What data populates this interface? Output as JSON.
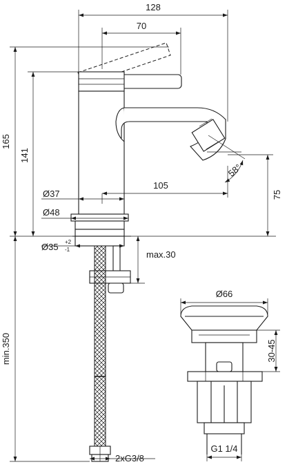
{
  "dimensions": {
    "width_total": "128",
    "lever_reach": "70",
    "height_total": "165",
    "height_spout": "141",
    "spout_projection": "105",
    "spout_angle": "58°",
    "spout_outlet_height": "75",
    "body_diameter": "Ø37",
    "base_diameter": "Ø48",
    "hole_diameter": "Ø35",
    "hole_tol_plus": "+2",
    "hole_tol_minus": "-1",
    "max_thickness": "max.30",
    "hose_length": "min.350",
    "hose_connection": "2xG3/8",
    "waste_diameter": "Ø66",
    "waste_stroke": "30-45",
    "waste_thread": "G1 1/4"
  }
}
